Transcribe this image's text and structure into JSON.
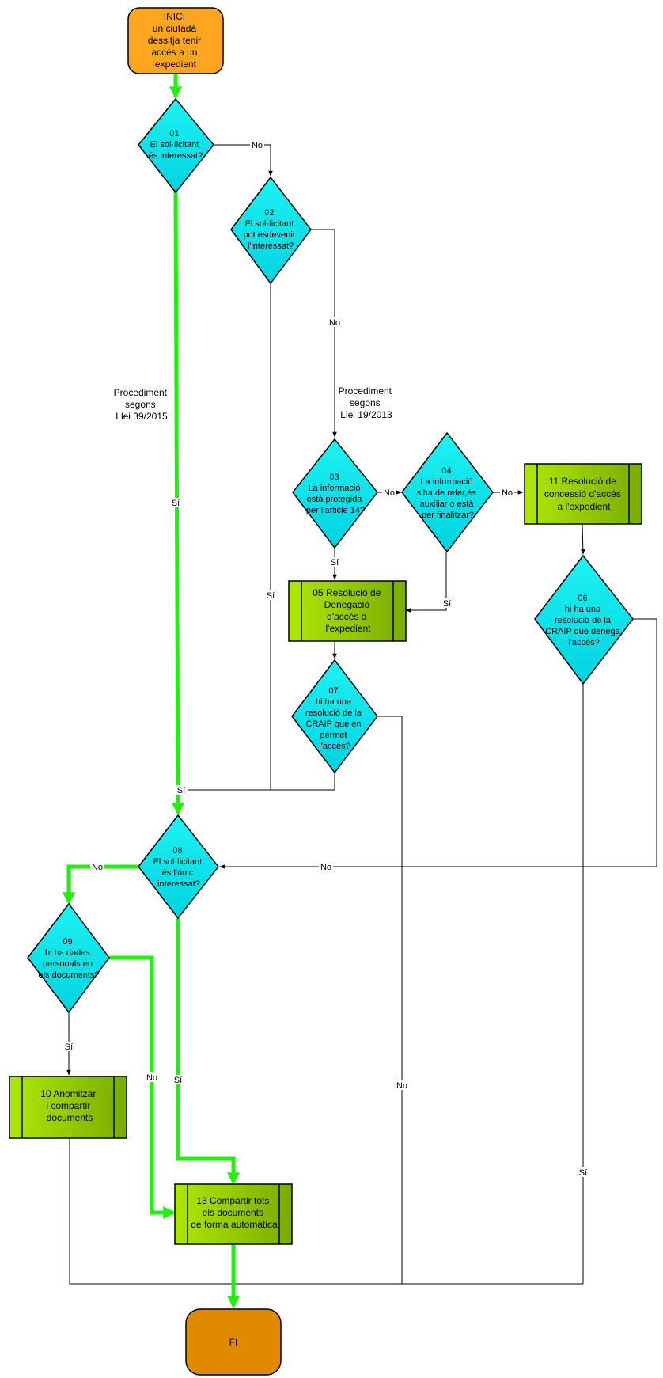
{
  "colors": {
    "start": "#ffa520",
    "end": "#e08a00",
    "decision_top": "#1ef2f2",
    "decision_bottom": "#00d3e0",
    "process_left": "#aee806",
    "process_right": "#79ac02",
    "highlight_path": "#22ee11",
    "line": "#000000"
  },
  "nodes": {
    "inici": [
      "INICI",
      "un ciutadà",
      "dessitja tenir",
      "accés a un",
      "expedient"
    ],
    "d01": [
      "01",
      "El sol·licitant",
      "és interessat?"
    ],
    "d02": [
      "02",
      "El sol·licitant",
      "pot esdevenir",
      "l'interessat?"
    ],
    "d03": [
      "03",
      "La informació",
      "està protegida",
      "per l'article 14?"
    ],
    "d04": [
      "04",
      "La informació",
      "s'ha de refer,és",
      "auxiliar o està",
      "per finalitzar?"
    ],
    "p11": [
      "11 Resolució de",
      "concessió d'accés",
      "a l'expedient"
    ],
    "p05": [
      "05 Resolució de",
      "Denegació",
      "d'accés a",
      "l'expedient"
    ],
    "d06": [
      "06",
      "hi ha una",
      "resolució de la",
      "CRAIP que denega",
      "l'accés?"
    ],
    "d07": [
      "07",
      "hi ha una",
      "resolució de la",
      "CRAIP que en",
      "permet",
      "l'accés?"
    ],
    "d08": [
      "08",
      "El sol·licitant",
      "és l'únic",
      "interessat?"
    ],
    "d09": [
      "09",
      "hi ha dades",
      "personals en",
      "els documents?"
    ],
    "p10": [
      "10 Anomitzar",
      "i compartir",
      "documents"
    ],
    "p13": [
      "13 Compartir tots",
      "els documents",
      "de forma automàtica"
    ],
    "fi": [
      "FI"
    ]
  },
  "notes": {
    "llei39": [
      "Procediment",
      "segons",
      "Llei 39/2015"
    ],
    "llei19": [
      "Procediment",
      "segons",
      "Llei 19/2013"
    ]
  },
  "edge_labels": {
    "no": "No",
    "si": "Sí"
  }
}
